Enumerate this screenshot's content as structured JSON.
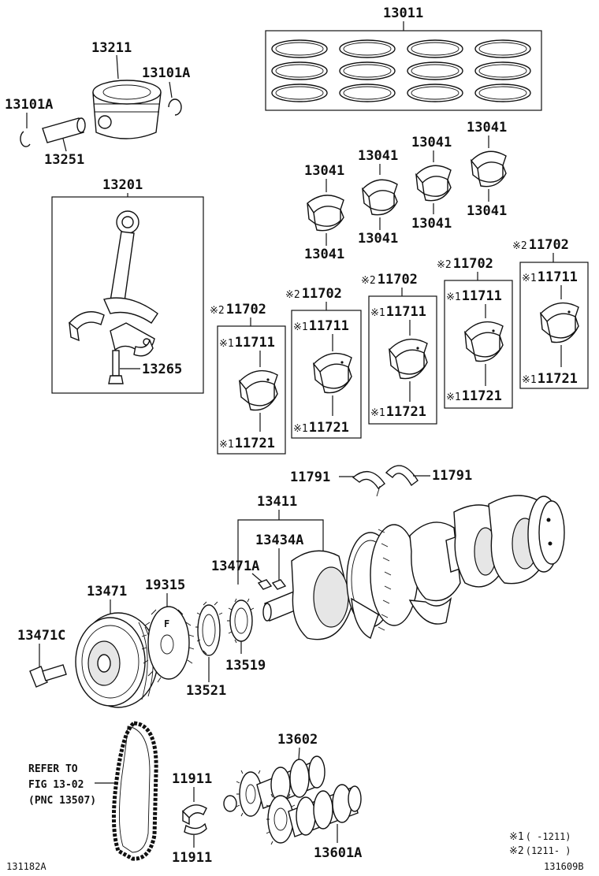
{
  "parts": {
    "p13011": "13011",
    "p13211": "13211",
    "p13101A_r": "13101A",
    "p13101A_l": "13101A",
    "p13251": "13251",
    "p13201": "13201",
    "p13265": "13265",
    "p13041": "13041",
    "p11702": "11702",
    "p11711": "11711",
    "p11721": "11721",
    "p11791": "11791",
    "p13411": "13411",
    "p13434A": "13434A",
    "p13471A": "13471A",
    "p13471": "13471",
    "p19315": "19315",
    "p13471C": "13471C",
    "p13521": "13521",
    "p13519": "13519",
    "p13602": "13602",
    "p11911": "11911",
    "p13601A": "13601A"
  },
  "marks": {
    "note1": "※1",
    "note2": "※2"
  },
  "refer": {
    "line1": "REFER TO",
    "line2": "FIG 13-02",
    "line3": "(PNC 13507)"
  },
  "legend": {
    "note1_label": "※1",
    "note1_range": "(     -1211)",
    "note2_label": "※2",
    "note2_range": "(1211-     )"
  },
  "footer": {
    "left_id": "131182A",
    "right_id": "131609B"
  }
}
